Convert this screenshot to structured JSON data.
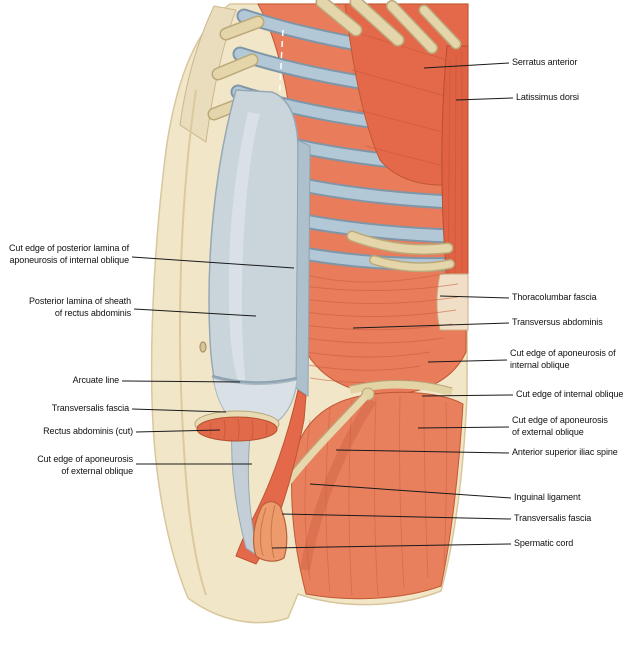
{
  "figure": {
    "kind": "anatomical illustration of trunk / abdominal wall, lateral view"
  },
  "colors": {
    "muscle": "#E87C5B",
    "muscle_deep": "#DE6243",
    "rib": "#B3C8D6",
    "rib_outline": "#7E96A8",
    "cartilage": "#E4D6AA",
    "rectus_sheath": "#C9D4DB",
    "transversalis_fascia": "#D9E1E6",
    "skin": "#F2E6C9",
    "thoracolumbar_fascia": "#F0DFC6",
    "leader_line": "#1a1a1a",
    "label_text": "#111111"
  },
  "labels_left": [
    {
      "text": "Cut edge of posterior lamina of\naponeurosis of internal oblique"
    },
    {
      "text": "Posterior lamina of sheath\nof rectus abdominis"
    },
    {
      "text": "Arcuate line"
    },
    {
      "text": "Transversalis fascia"
    },
    {
      "text": "Rectus abdominis (cut)"
    },
    {
      "text": "Cut edge of aponeurosis\nof external oblique"
    }
  ],
  "labels_right": [
    {
      "text": "Serratus anterior"
    },
    {
      "text": "Latissimus dorsi"
    },
    {
      "text": "Thoracolumbar fascia"
    },
    {
      "text": "Transversus abdominis"
    },
    {
      "text": "Cut edge of aponeurosis of\ninternal oblique"
    },
    {
      "text": "Cut edge of internal oblique"
    },
    {
      "text": "Cut edge of aponeurosis\nof external oblique"
    },
    {
      "text": "Anterior superior iliac spine"
    },
    {
      "text": "Inguinal ligament"
    },
    {
      "text": "Transversalis fascia"
    },
    {
      "text": "Spermatic cord"
    }
  ]
}
